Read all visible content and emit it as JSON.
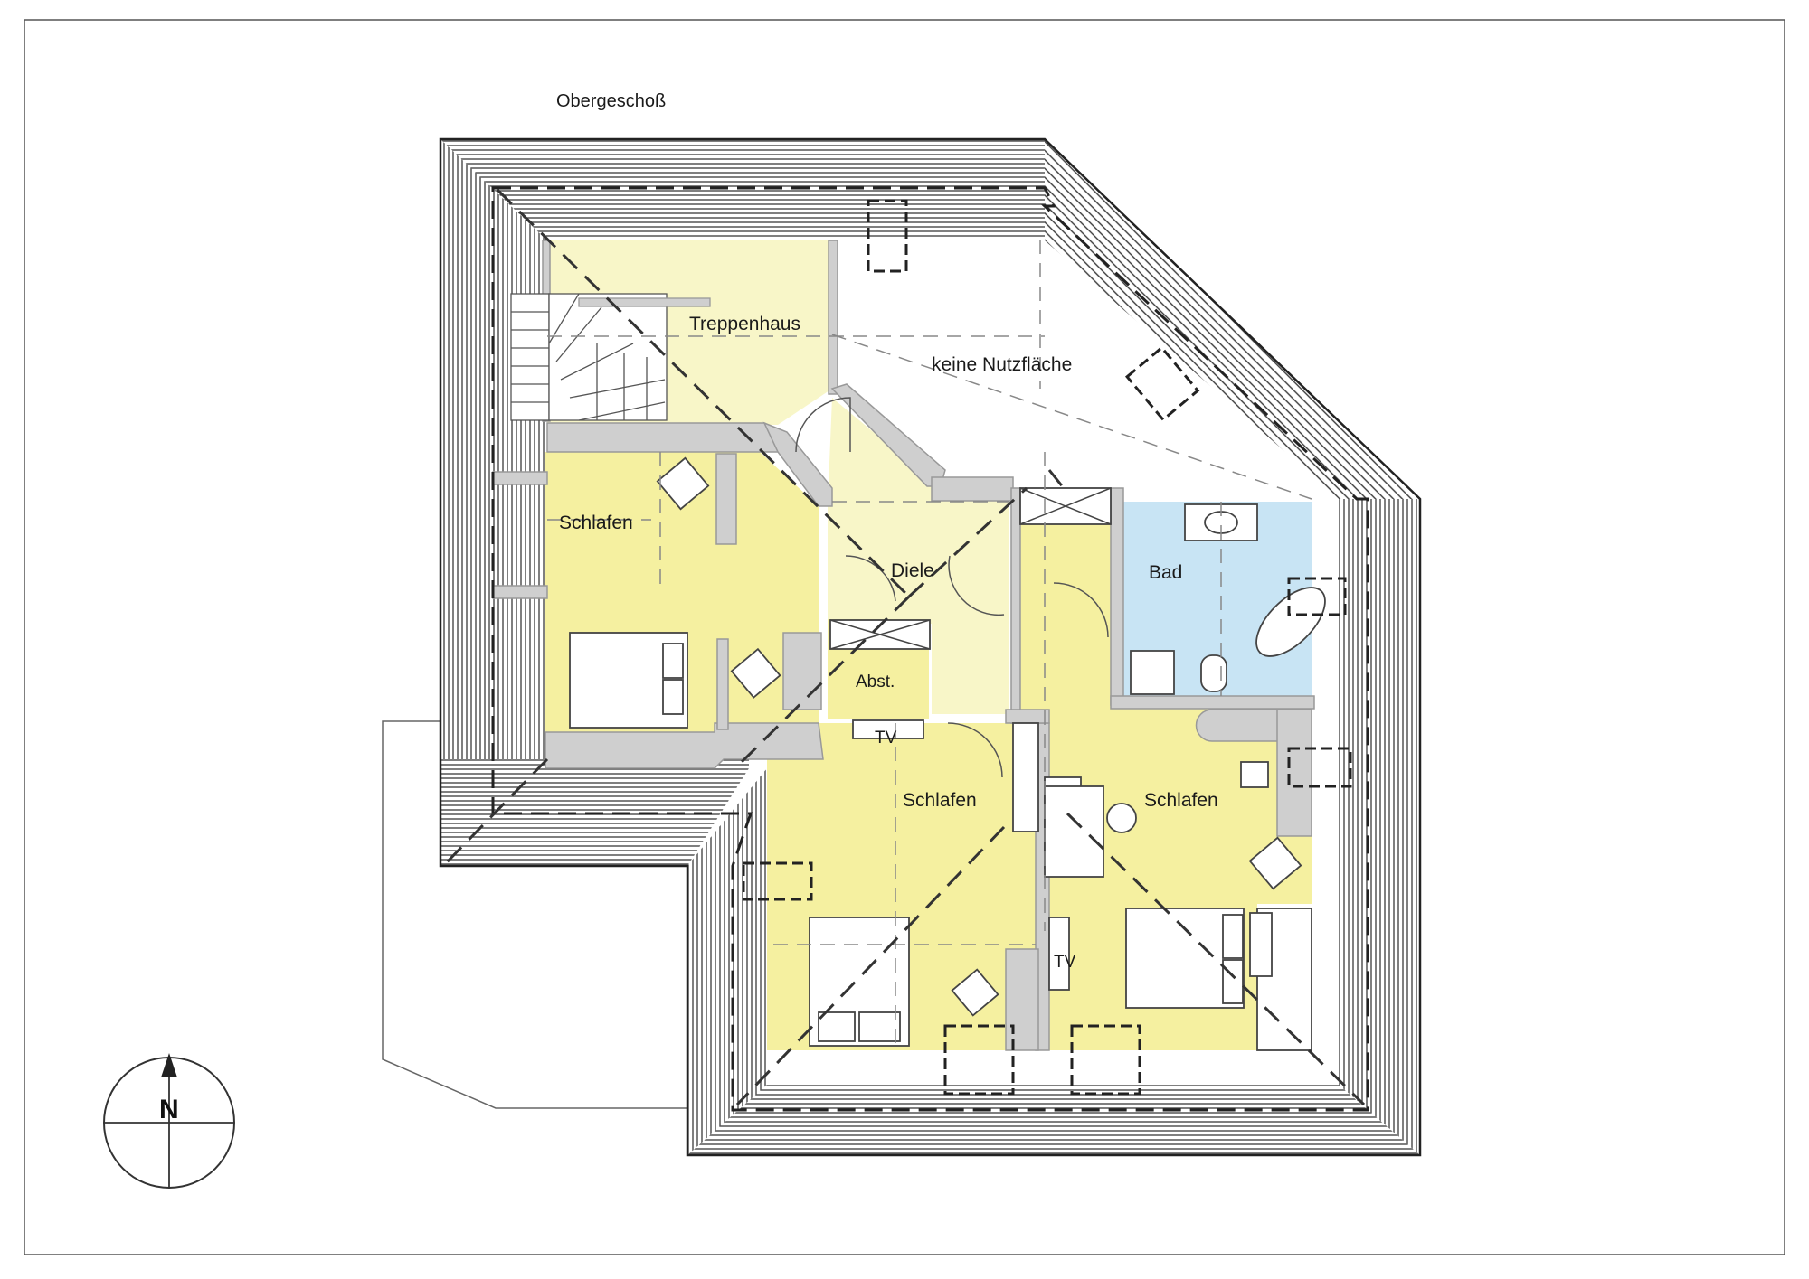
{
  "plan": {
    "title": "Obergeschoß",
    "rooms": {
      "stair": "Treppenhaus",
      "attic": "keine Nutzfläche",
      "bed_west": "Schlafen",
      "hall": "Diele",
      "bath": "Bad",
      "wc": "Abst.",
      "bed_south": "Schlafen",
      "bed_east": "Schlafen"
    },
    "tv_labels": {
      "tv_south": "TV",
      "tv_east": "TV"
    },
    "compass": {
      "letter": "N"
    },
    "colors": {
      "room_yellow": "#f5f0a0",
      "room_light_yellow": "#f8f6c8",
      "bath_blue": "#c8e4f4",
      "wall_gray": "#cfcfcf",
      "roof_hatch": "#333333"
    }
  }
}
